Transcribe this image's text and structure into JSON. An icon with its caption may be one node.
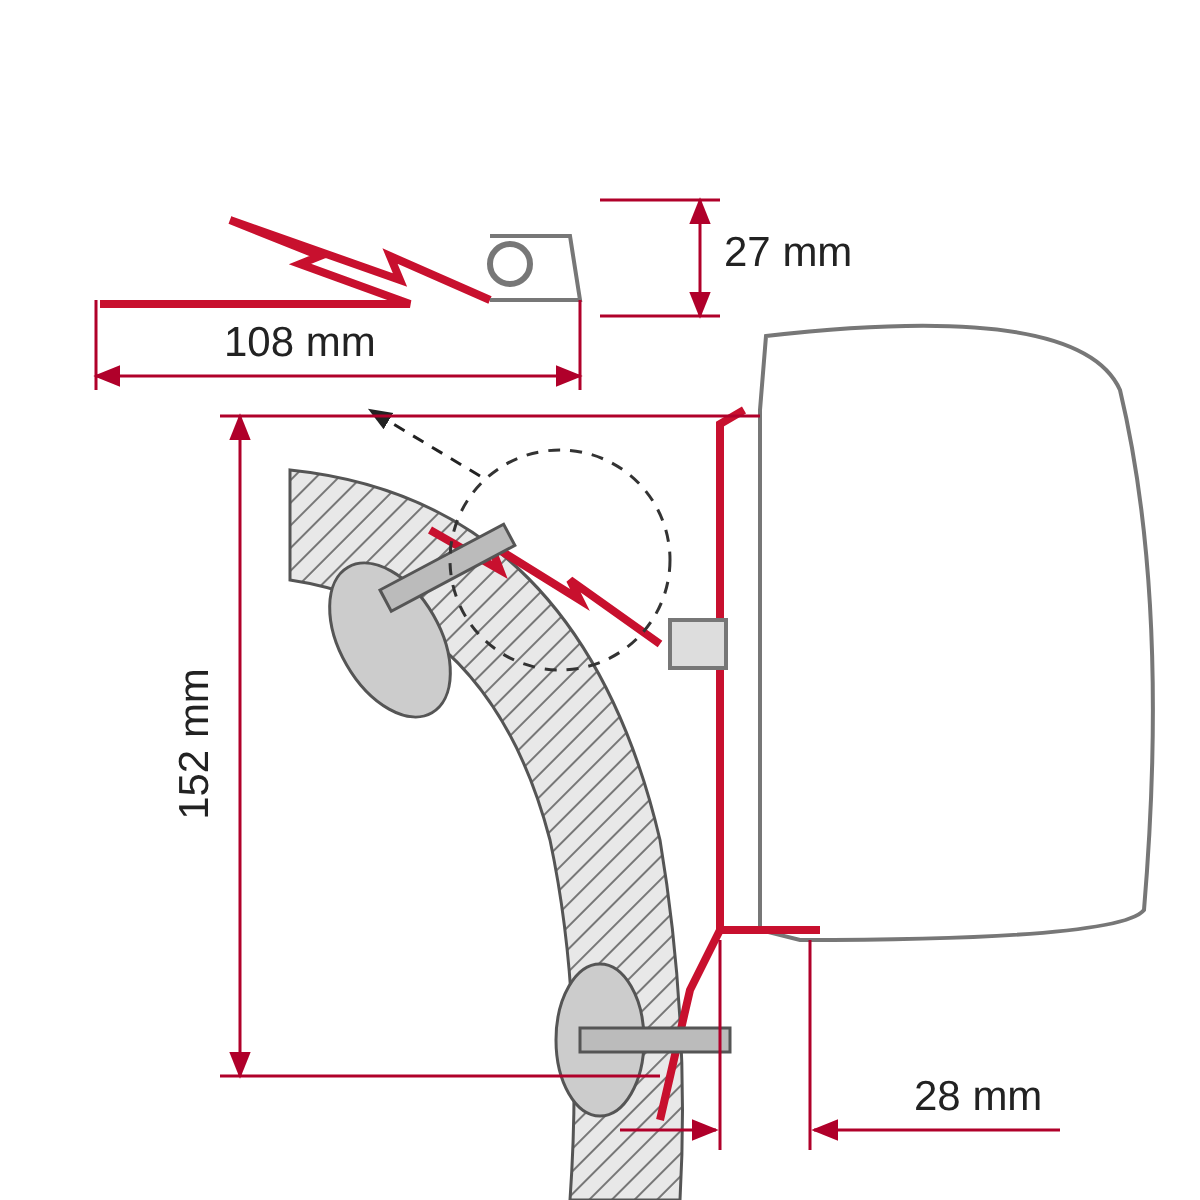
{
  "diagram": {
    "labels": [
      "27 mm",
      "108 mm",
      "152 mm",
      "28 mm"
    ]
  }
}
